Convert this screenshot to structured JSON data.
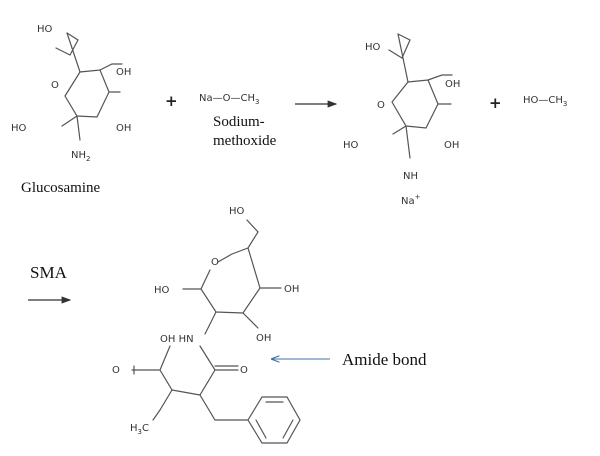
{
  "labels": {
    "glucosamine": "Glucosamine",
    "sodium_methoxide_line1": "Sodium-",
    "sodium_methoxide_line2": "methoxide",
    "sma": "SMA",
    "amide_bond": "Amide bond",
    "plus": "+"
  },
  "atoms": {
    "HO": "HO",
    "OH": "OH",
    "O": "O",
    "NH": "NH",
    "NH2_main": "NH",
    "NH2_sub": "2",
    "HN": "HN",
    "OH_HN": "OH HN",
    "Na": "Na",
    "Na_plus": "+",
    "CH3_main": "CH",
    "CH3_sub": "3",
    "H3C_left": "H",
    "H3C_sub": "3",
    "H3C_right": "C",
    "Na_O_CH": "Na—O—CH",
    "HO_CH": "HO—CH"
  },
  "colors": {
    "bond": "#555555",
    "text": "#333333",
    "callout_arrow": "#3d6fa6"
  }
}
